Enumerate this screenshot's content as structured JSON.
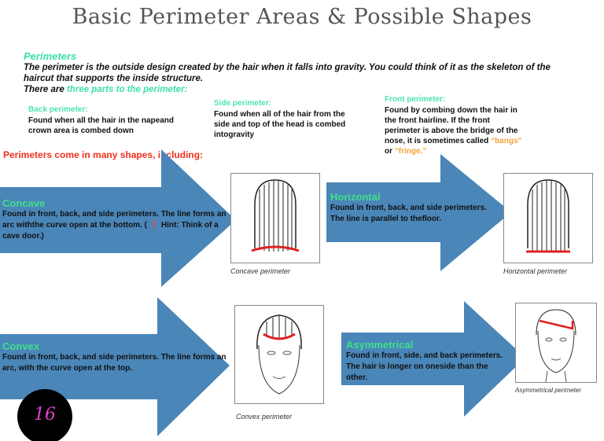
{
  "title": "Basic Perimeter Areas & Possible Shapes",
  "intro": {
    "heading": "Perimeters",
    "body": "The perimeter is the outside design created by the hair when it falls into gravity. You could think of it as the skeleton of the haircut that supports the inside structure.",
    "parts_prefix": "There are ",
    "parts_highlight": "three parts to the perimeter:"
  },
  "parts": [
    {
      "heading": "Back perimeter:",
      "body": "Found when all the hair in the napeand crown area is combed down"
    },
    {
      "heading": "Side perimeter:",
      "body": "Found when all of the hair from the side and top of the head is combed intogravity"
    },
    {
      "heading": "Front perimeter:",
      "body": "Found by combing down the hair in the front hairline. If the front perimeter is above the bridge of the nose, it is sometimes called ",
      "bangs": "“bangs”",
      "or": " or ",
      "fringe": "“fringe.”"
    }
  ],
  "shapes_heading": "Perimeters come in many shapes, including:",
  "shapes": [
    {
      "name": "Concave",
      "body": "Found in front, back, and side perimeters. The line forms an arc withthe curve open at the bottom. (",
      "hint_icon": "exclamation-icon",
      "hint_mark": "❗",
      "hint": " Hint: Think of a cave door.)",
      "caption": "Concave perimeter"
    },
    {
      "name": "Horizontal",
      "body": "Found in front, back, and side perimeters. The line is parallel to thefloor.",
      "caption": "Horizontal perimeter"
    },
    {
      "name": "Convex",
      "body": "Found in front, back, and side perimeters. The line forms an arc, with the curve open at the top.",
      "caption": "Convex perimeter"
    },
    {
      "name": "Asymmetrical",
      "body": "Found in front, side, and back perimeters. The hair is longer on oneside than the other.",
      "caption": "Asymmetrical perimeter"
    }
  ],
  "page_number": "16",
  "colors": {
    "arrow": "#4a86b8",
    "accent_green": "#3ee08a",
    "perimeter_red": "#e02020",
    "heading_red": "#f2301c"
  }
}
